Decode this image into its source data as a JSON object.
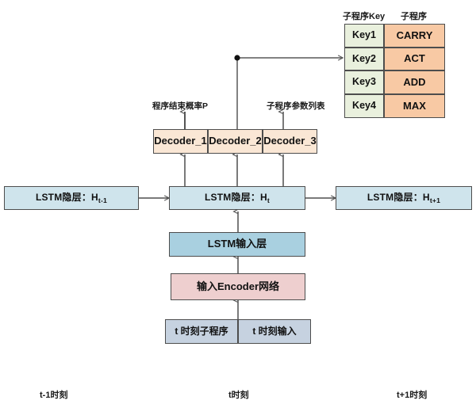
{
  "diagram": {
    "title_hidden": "",
    "lookup_table": {
      "header_key": "子程序Key",
      "header_program": "子程序",
      "rows": [
        {
          "key": "Key1",
          "program": "CARRY"
        },
        {
          "key": "Key2",
          "program": "ACT"
        },
        {
          "key": "Key3",
          "program": "ADD"
        },
        {
          "key": "Key4",
          "program": "MAX"
        }
      ],
      "key_color": "#e9f0dd",
      "program_color": "#f8c9a4"
    },
    "decoders": [
      {
        "label": "Decoder_1"
      },
      {
        "label": "Decoder_2"
      },
      {
        "label": "Decoder_3"
      }
    ],
    "decoder_outputs": {
      "left": "程序结束概率P",
      "right": "子程序参数列表"
    },
    "hidden_states": [
      {
        "text_prefix": "LSTM隐层：H",
        "sub": "t-1"
      },
      {
        "text_prefix": "LSTM隐层：H",
        "sub": "t"
      },
      {
        "text_prefix": "LSTM隐层：H",
        "sub": "t+1"
      }
    ],
    "lstm_input_layer": "LSTM输入层",
    "encoder": "输入Encoder网络",
    "sources": [
      {
        "label": "t 时刻子程序"
      },
      {
        "label": "t 时刻输入"
      }
    ],
    "time_axis": [
      {
        "label": "t-1时刻"
      },
      {
        "label": "t时刻"
      },
      {
        "label": "t+1时刻"
      }
    ],
    "colors": {
      "hidden": "#cfe4ec",
      "input_layer": "#a9d0e0",
      "encoder": "#eecfcf",
      "source": "#c6d2e0",
      "decoder": "#fae7d5",
      "border": "#4d4d4d",
      "wire": "#595959"
    }
  }
}
